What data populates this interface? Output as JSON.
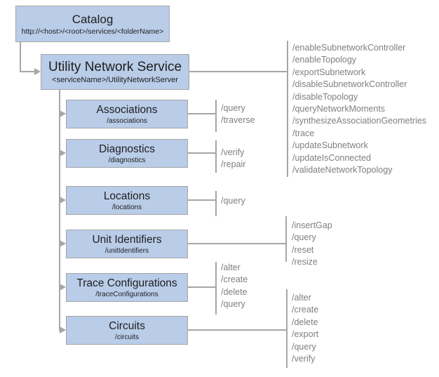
{
  "colors": {
    "box_fill": "#b9cce8",
    "box_border": "#a6a6a6",
    "connector": "#a6a6a6",
    "operation_text": "#7f7f7f",
    "box_text": "#1f1f1f",
    "background": "#ffffff"
  },
  "catalog": {
    "title": "Catalog",
    "subtitle": "http://<host>/<root>/services/<folderName>"
  },
  "service": {
    "title": "Utility Network Service",
    "subtitle": "<serviceName>/UtilityNetworkServer",
    "operations": [
      "/enableSubnetworkController",
      "/enableTopology",
      "/exportSubnetwork",
      "/disableSubnetworkController",
      "/disableTopology",
      "/queryNetworkMoments",
      "/synthesizeAssociationGeometries",
      "/trace",
      "/updateSubnetwork",
      "/updateIsConnected",
      "/validateNetworkTopology"
    ]
  },
  "resources": [
    {
      "title": "Associations",
      "subtitle": "/associations",
      "operations": [
        "/query",
        "/traverse"
      ]
    },
    {
      "title": "Diagnostics",
      "subtitle": "/diagnostics",
      "operations": [
        "/verify",
        "/repair"
      ]
    },
    {
      "title": "Locations",
      "subtitle": "/locations",
      "operations": [
        "/query"
      ]
    },
    {
      "title": "Unit Identifiers",
      "subtitle": "/unitIdentifiers",
      "operations": [
        "/insertGap",
        "/query",
        "/reset",
        "/resize"
      ]
    },
    {
      "title": "Trace Configurations",
      "subtitle": "/traceConfigurations",
      "operations": [
        "/alter",
        "/create",
        "/delete",
        "/query"
      ]
    },
    {
      "title": "Circuits",
      "subtitle": "/circuits",
      "operations": [
        "/alter",
        "/create",
        "/delete",
        "/export",
        "/query",
        "/verify"
      ]
    }
  ]
}
